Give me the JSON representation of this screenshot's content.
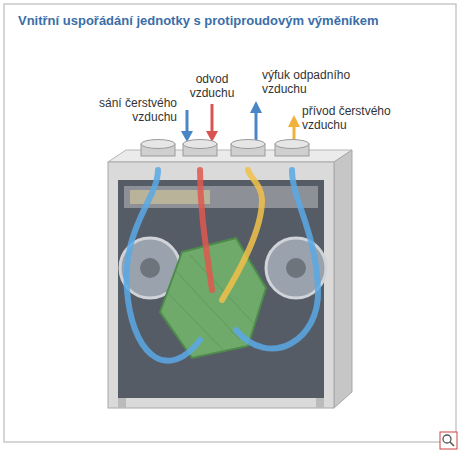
{
  "diagram": {
    "title": "Vnitřní uspořádání jednotky s protiproudovým výměníkem",
    "labels": [
      "sání čerstvého vzduchu",
      "odvod vzduchu",
      "výfuk odpadního vzduchu",
      "přívod čerstvého vzduchu"
    ]
  }
}
